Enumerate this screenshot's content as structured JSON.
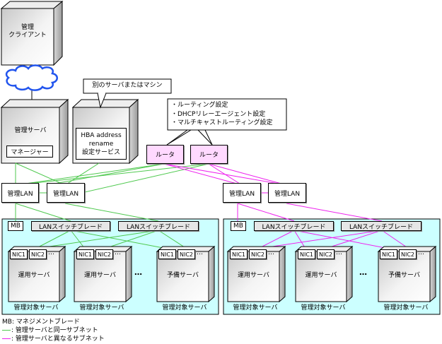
{
  "mgmt_client": {
    "line1": "管理",
    "line2": "クライアント"
  },
  "mgmt_server": {
    "label": "管理サーバ",
    "manager": "マネージャー"
  },
  "other_machine": {
    "callout": "別のサーバまたはマシン",
    "service_line1": "HBA address",
    "service_line2": "rename",
    "service_line3": "設定サービス"
  },
  "router_callout": {
    "items": [
      "・ルーティング設定",
      "・DHCPリレーエージェント設定",
      "・マルチキャストルーティング設定"
    ]
  },
  "routers": [
    {
      "label": "ルータ"
    },
    {
      "label": "ルータ"
    }
  ],
  "lan_switches": [
    {
      "label": "管理LAN"
    },
    {
      "label": "管理LAN"
    },
    {
      "label": "管理LAN"
    },
    {
      "label": "管理LAN"
    }
  ],
  "chassis": [
    {
      "mb": "MB",
      "switch_blades": [
        "LANスイッチブレード",
        "LANスイッチブレード"
      ],
      "servers": [
        {
          "nic1": "NIC1",
          "nic2": "NIC2",
          "more": "…",
          "role": "運用サーバ",
          "caption": "管理対象サーバ"
        },
        {
          "nic1": "NIC1",
          "nic2": "NIC2",
          "more": "…",
          "role": "運用サーバ",
          "caption": "管理対象サーバ"
        },
        {
          "nic1": "NIC1",
          "nic2": "NIC2",
          "more": "…",
          "role": "予備サーバ",
          "caption": "管理対象サーバ"
        }
      ],
      "ellipsis": "…"
    },
    {
      "mb": "MB",
      "switch_blades": [
        "LANスイッチブレード",
        "LANスイッチブレード"
      ],
      "servers": [
        {
          "nic1": "NIC1",
          "nic2": "NIC2",
          "more": "…",
          "role": "運用サーバ",
          "caption": "管理対象サーバ"
        },
        {
          "nic1": "NIC1",
          "nic2": "NIC2",
          "more": "…",
          "role": "運用サーバ",
          "caption": "管理対象サーバ"
        },
        {
          "nic1": "NIC1",
          "nic2": "NIC2",
          "more": "…",
          "role": "予備サーバ",
          "caption": "管理対象サーバ"
        }
      ],
      "ellipsis": "…"
    }
  ],
  "legend": {
    "mb": "MB: マネジメントブレード",
    "same_subnet": ": 管理サーバと同一サブネット",
    "diff_subnet": ": 管理サーバと異なるサブネット"
  },
  "colors": {
    "same_subnet": "#4fc94f",
    "diff_subnet": "#ee22ee",
    "chassis_bg": "#ccffff",
    "router_bg": "#ffd9ff",
    "cloud": "#2255ee"
  }
}
